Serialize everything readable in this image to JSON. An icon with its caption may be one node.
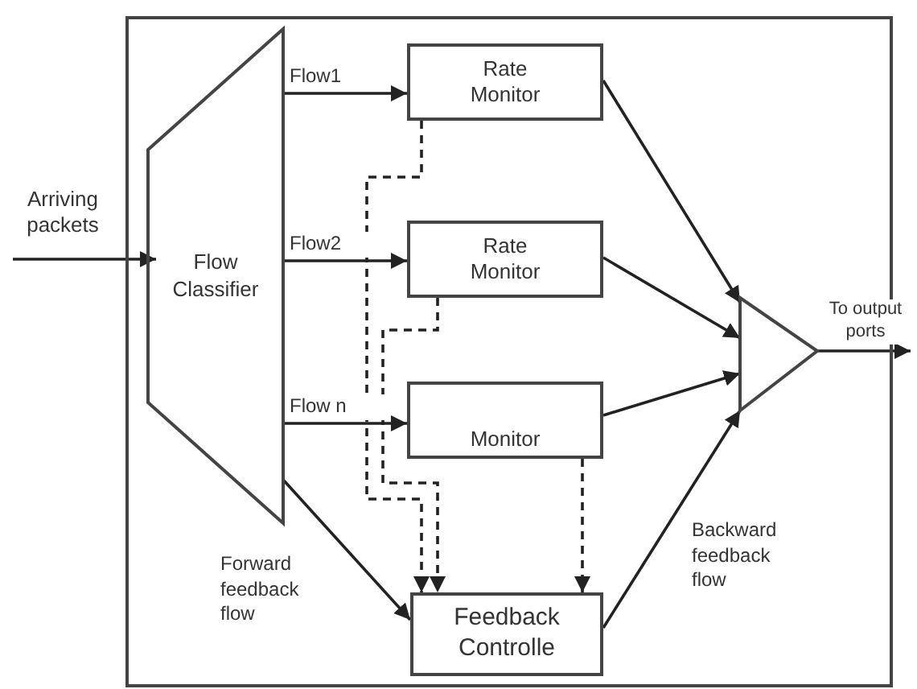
{
  "diagram": {
    "nodes": [
      {
        "text": [],
        "shape": "box"
      },
      {
        "text": [
          "Arriving packets"
        ]
      },
      {
        "text": [
          "Flow Classifier"
        ],
        "in": 0
      },
      {
        "text": [
          "Rate Monitor"
        ],
        "in": 0
      },
      {
        "text": [
          "Rate Monitor"
        ],
        "in": 0
      },
      {
        "text": [
          "Monitor"
        ],
        "in": 0
      },
      {
        "text": [
          "Feedback Controlle"
        ],
        "in": 0
      },
      {
        "text": [],
        "shape": "triangle",
        "in": 0
      },
      {
        "text": [
          "To output ports"
        ]
      }
    ],
    "edges": [
      {
        "from": 1,
        "to": 2,
        "arrow": "to"
      },
      {
        "from": 2,
        "to": 3,
        "arrow": "to",
        "label": "Flow1"
      },
      {
        "from": 2,
        "to": 4,
        "arrow": "to",
        "label": "Flow2"
      },
      {
        "from": 2,
        "to": 5,
        "arrow": "to",
        "label": "Flow n"
      },
      {
        "from": 3,
        "to": 6,
        "arrow": "to",
        "style": "dashed"
      },
      {
        "from": 4,
        "to": 6,
        "arrow": "to",
        "style": "dashed"
      },
      {
        "from": 5,
        "to": 6,
        "arrow": "to",
        "style": "dashed"
      },
      {
        "from": 2,
        "to": 6,
        "arrow": "to",
        "label": "Forward feedback flow"
      },
      {
        "from": 3,
        "to": 7,
        "arrow": "to"
      },
      {
        "from": 4,
        "to": 7,
        "arrow": "to"
      },
      {
        "from": 5,
        "to": 7,
        "arrow": "to"
      },
      {
        "from": 6,
        "to": 7,
        "arrow": "to",
        "label": "Backward feedback flow"
      },
      {
        "from": 7,
        "to": 8,
        "arrow": "to"
      }
    ]
  }
}
